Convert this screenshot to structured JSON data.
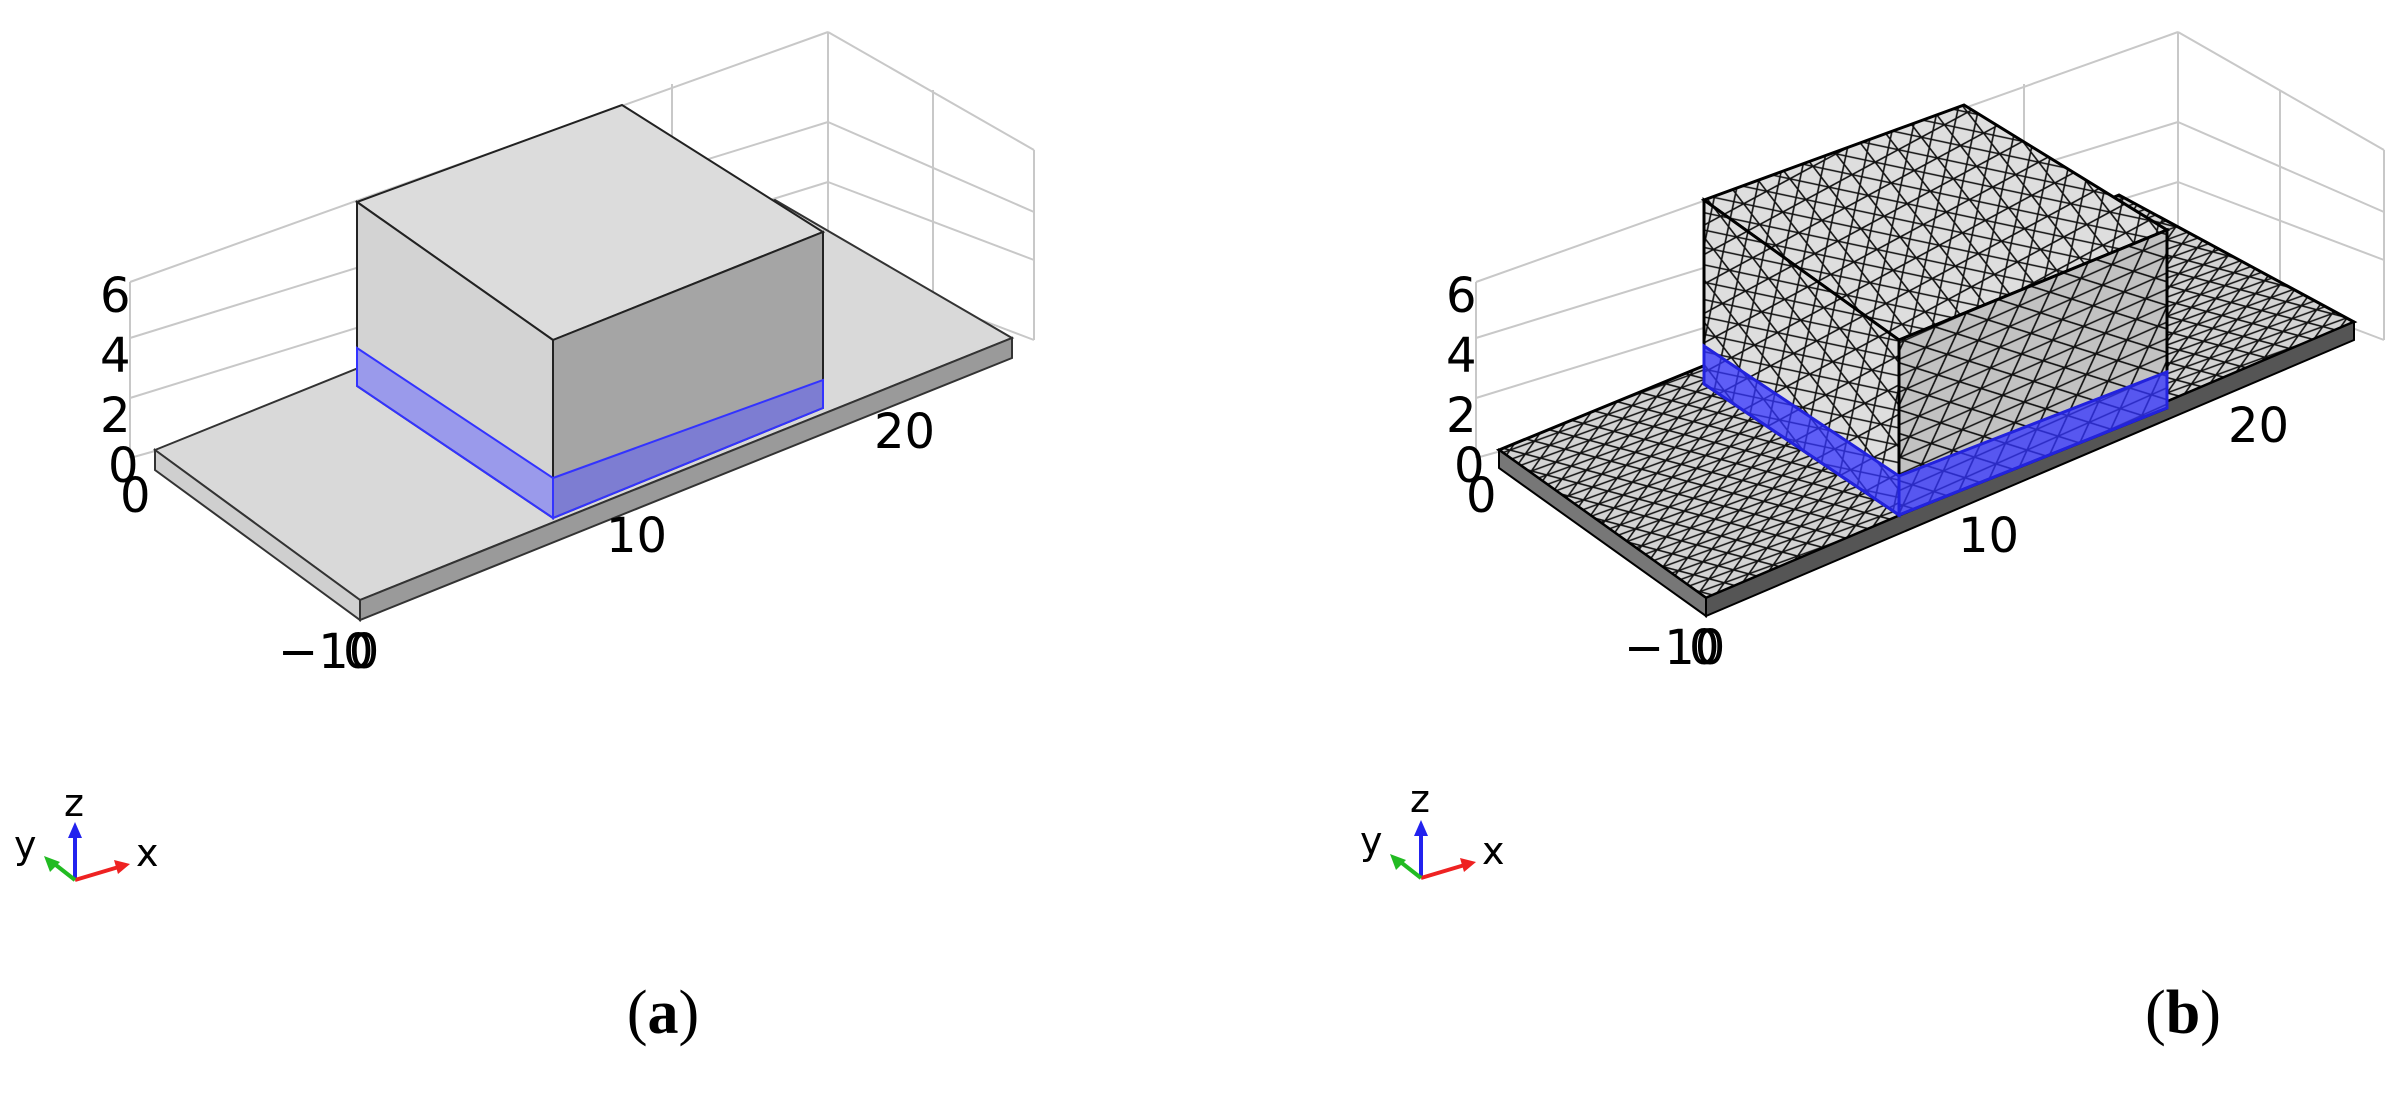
{
  "panels": [
    {
      "id": "a",
      "caption_open": "(",
      "caption_letter": "a",
      "caption_close": ")",
      "rendering": "solid geometry",
      "z_ticks": [
        "6",
        "4",
        "2",
        "0"
      ],
      "y_ticks": [
        "0",
        "10",
        "20"
      ],
      "x_ticks": [
        "−10",
        "0"
      ],
      "triad": {
        "z": "z",
        "y": "y",
        "x": "x"
      }
    },
    {
      "id": "b",
      "caption_open": "(",
      "caption_letter": "b",
      "caption_close": ")",
      "rendering": "tetrahedral mesh",
      "z_ticks": [
        "6",
        "4",
        "2",
        "0"
      ],
      "y_ticks": [
        "0",
        "10",
        "20"
      ],
      "x_ticks": [
        "−10",
        "0"
      ],
      "triad": {
        "z": "z",
        "y": "y",
        "x": "x"
      }
    }
  ],
  "colors": {
    "substrate_top": "#d9d9d9",
    "substrate_side": "#9a9a9a",
    "block_top": "#dcdcdc",
    "block_left": "#d3d3d3",
    "block_right": "#a5a5a5",
    "highlight_layer": "#3333ff",
    "grid": "#c8c8c8",
    "triad_x": "#ee2222",
    "triad_y": "#22bb22",
    "triad_z": "#2222ee"
  }
}
